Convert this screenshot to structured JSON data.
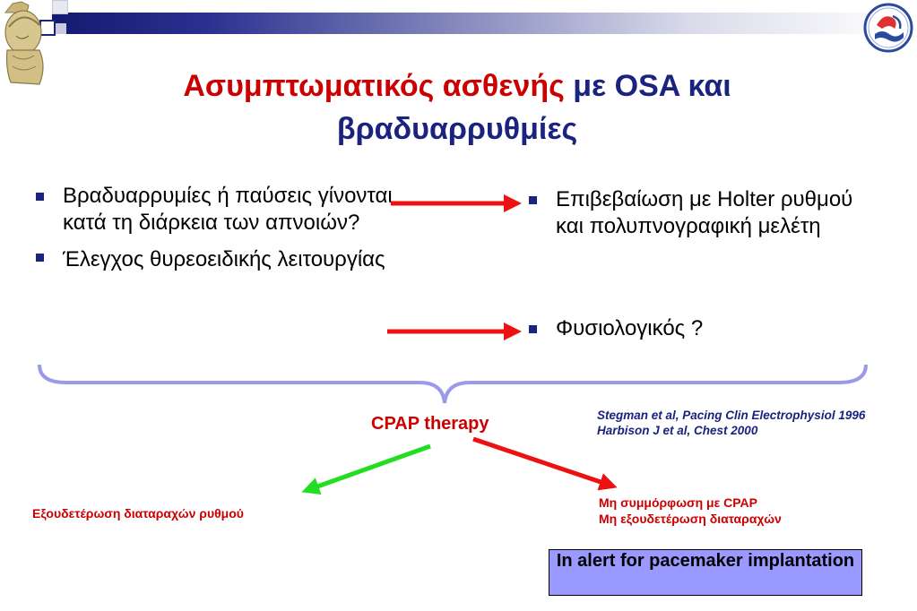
{
  "title": {
    "part1": "Ασυμπτωματικός ασθενής",
    "part2": " με OSA και",
    "line2": "βραδυαρρυθμίες"
  },
  "left_bullets": [
    "Βραδυαρρυμίες ή παύσεις γίνονται κατά τη διάρκεια των απνοιών?",
    "Έλεγχος θυρεοειδικής λειτουργίας"
  ],
  "right_bullets": [
    "Επιβεβαίωση με Holter ρυθμού και πολυπνογραφική μελέτη",
    "Φυσιολογικός  ?"
  ],
  "cpap_label": "CPAP therapy",
  "references": [
    "Stegman et al, Pacing Clin Electrophysiol 1996",
    "Harbison J et al, Chest 2000"
  ],
  "outcome_left": "Εξουδετέρωση διαταραχών ρυθμού",
  "outcome_right": [
    "Μη συμμόρφωση με CPAP",
    "Μη εξουδετέρωση διαταραχών"
  ],
  "alert_box": "In alert for pacemaker implantation",
  "colors": {
    "title_red": "#cc0000",
    "title_blue": "#1a237e",
    "arrow_red": "#ee1111",
    "arrow_green": "#22dd22",
    "brace": "#9a9ae8",
    "alert_fill": "#9999ff"
  }
}
